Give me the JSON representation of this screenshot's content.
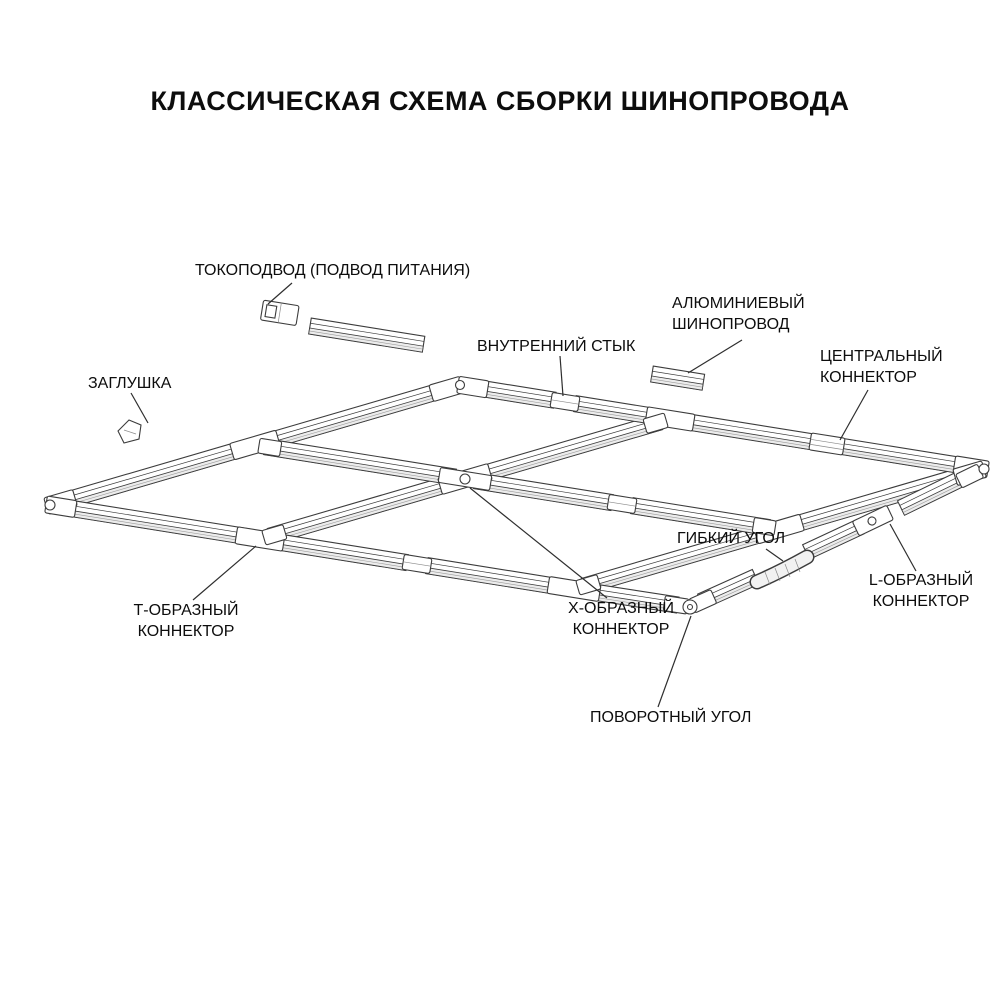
{
  "title": "КЛАССИЧЕСКАЯ СХЕМА СБОРКИ ШИНОПРОВОДА",
  "labels": {
    "power_feed": "ТОКОПОДВОД (ПОДВОД ПИТАНИЯ)",
    "end_cap": "ЗАГЛУШКА",
    "internal_joint": "ВНУТРЕННИЙ СТЫК",
    "aluminum_track": "АЛЮМИНИЕВЫЙ\nШИНОПРОВОД",
    "central_connector": "ЦЕНТРАЛЬНЫЙ\nКОННЕКТОР",
    "flexible_corner": "ГИБКИЙ УГОЛ",
    "l_connector": "L-ОБРАЗНЫЙ\nКОННЕКТОР",
    "t_connector": "Т-ОБРАЗНЫЙ\nКОННЕКТОР",
    "x_connector": "Х-ОБРАЗНЫЙ\nКОННЕКТОР",
    "swivel_corner": "ПОВОРОТНЫЙ УГОЛ"
  },
  "colors": {
    "ink": "#2e2e2e",
    "background": "#ffffff"
  }
}
